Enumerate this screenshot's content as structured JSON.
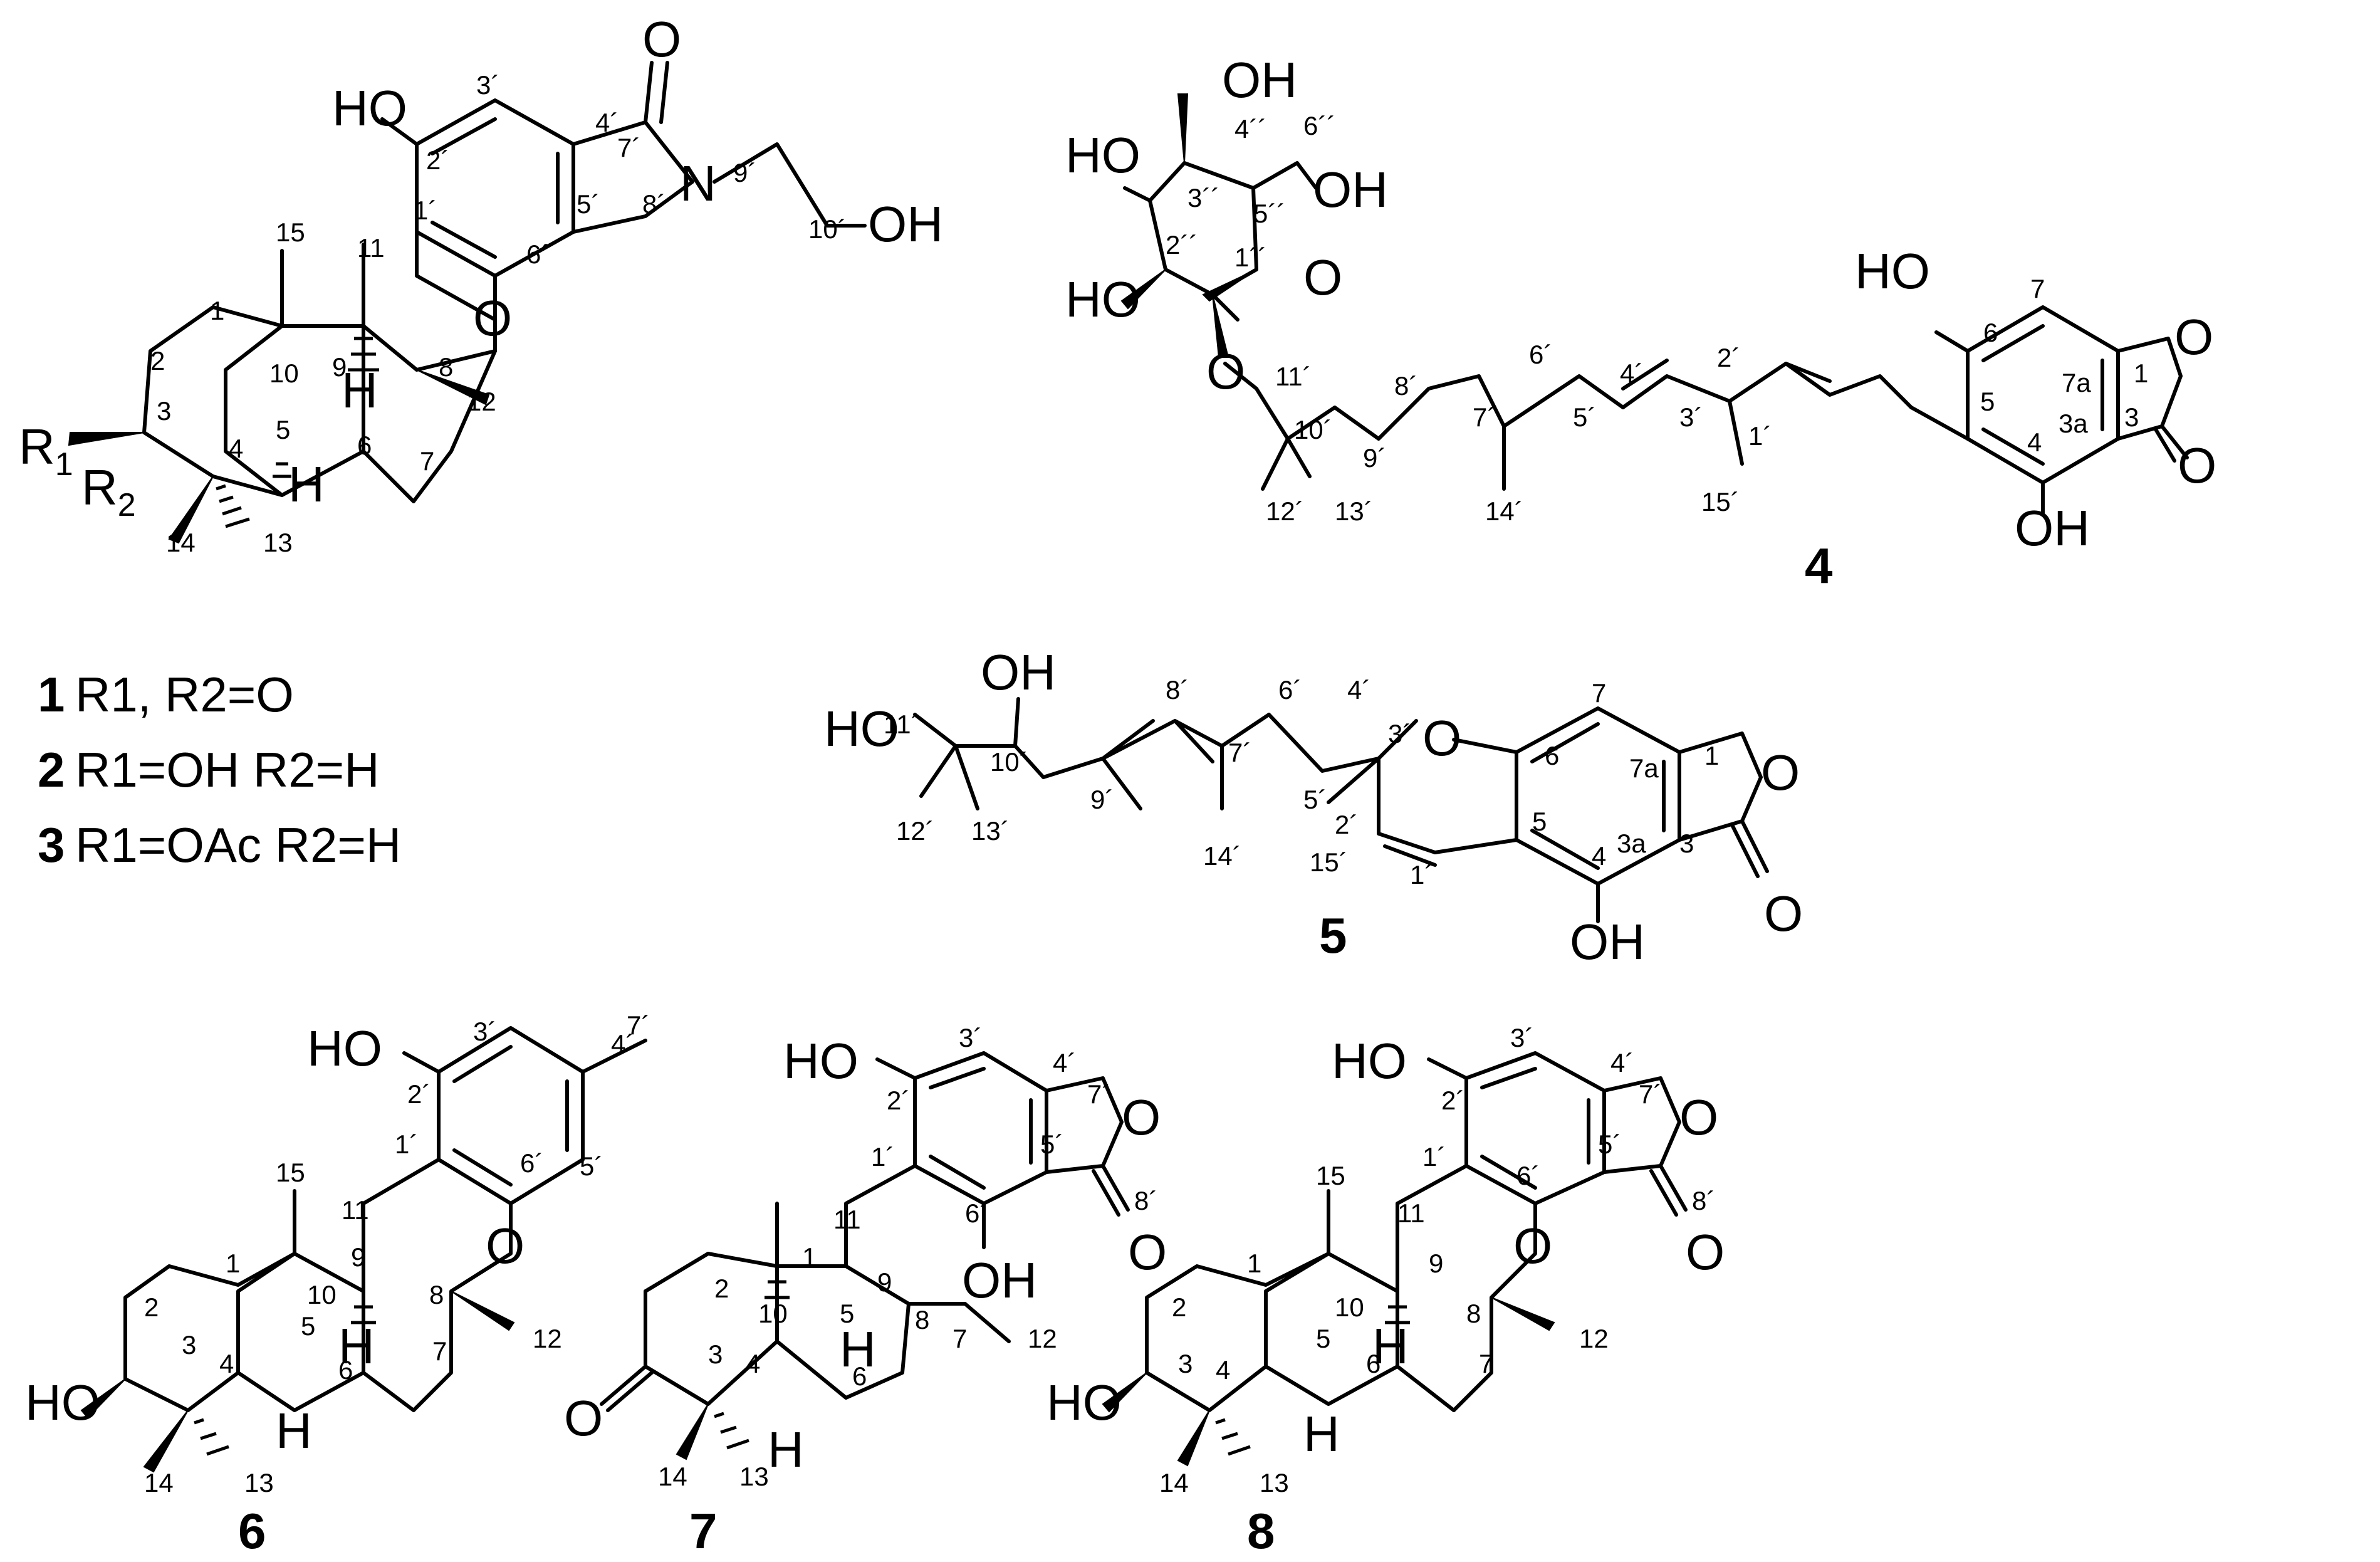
{
  "atom_labels": {
    "c1": {
      "HO": "HO",
      "O_carbonyl": "O",
      "N": "N",
      "OH": "OH",
      "O_ring": "O",
      "H9": "H",
      "H5": "H",
      "R1": "R",
      "R1_sub": "1",
      "R2": "R",
      "R2_sub": "2"
    },
    "c4": {
      "OH4pp": "OH",
      "HO3pp": "HO",
      "OH6pp": "OH",
      "HO2pp": "HO",
      "O_ring": "O",
      "O_gly": "O",
      "HO6": "HO",
      "O1": "O",
      "O3": "O",
      "OH4": "OH"
    },
    "c5": {
      "OH10p": "OH",
      "HO11p": "HO",
      "O_pyran": "O",
      "O1": "O",
      "O3": "O",
      "OH4": "OH"
    },
    "c6": {
      "HO": "HO",
      "O": "O",
      "H9": "H",
      "HO3": "HO",
      "H5": "H"
    },
    "c7": {
      "HO": "HO",
      "O7p": "O",
      "O8p": "O",
      "OH6p": "OH",
      "O3": "O",
      "H9": "H",
      "H5": "H"
    },
    "c8": {
      "HO": "HO",
      "O7p": "O",
      "O8p": "O",
      "O": "O",
      "H9": "H",
      "HO3": "HO",
      "H5": "H"
    }
  },
  "numbering": {
    "c1": [
      "3´",
      "4´",
      "7´",
      "2´",
      "1´",
      "5´",
      "6´",
      "8´",
      "9´",
      "10´",
      "15",
      "11",
      "1",
      "2",
      "9",
      "10",
      "8",
      "3",
      "4",
      "5",
      "6",
      "7",
      "12",
      "14",
      "13"
    ],
    "c4": [
      "4´´",
      "6´´",
      "3´´",
      "5´´",
      "2´´",
      "1´´",
      "11´",
      "10´",
      "9´",
      "8´",
      "7´",
      "6´",
      "5´",
      "4´",
      "3´",
      "2´",
      "1´",
      "12´",
      "13´",
      "14´",
      "15´",
      "6",
      "7",
      "7a",
      "1",
      "5",
      "4",
      "3a",
      "3"
    ],
    "c5": [
      "11´",
      "10´",
      "9´",
      "8´",
      "7´",
      "6´",
      "5´",
      "4´",
      "3´",
      "2´",
      "1´",
      "12´",
      "13´",
      "14´",
      "15´",
      "6",
      "7",
      "7a",
      "1",
      "5",
      "4",
      "3a",
      "3"
    ],
    "c6": [
      "3´",
      "4´",
      "7´",
      "2´",
      "1´",
      "5´",
      "6´",
      "15",
      "11",
      "1",
      "9",
      "2",
      "10",
      "8",
      "3",
      "4",
      "5",
      "6",
      "7",
      "12",
      "14",
      "13"
    ],
    "c7": [
      "3´",
      "4´",
      "2´",
      "7´",
      "1´",
      "5´",
      "8´",
      "6´",
      "11",
      "1",
      "9",
      "2",
      "10",
      "8",
      "3",
      "4",
      "5",
      "6",
      "7",
      "12",
      "14",
      "13"
    ],
    "c8": [
      "3´",
      "4´",
      "2´",
      "7´",
      "1´",
      "5´",
      "8´",
      "6´",
      "15",
      "11",
      "1",
      "9",
      "2",
      "10",
      "8",
      "3",
      "4",
      "5",
      "6",
      "7",
      "12",
      "14",
      "13"
    ]
  },
  "compound_ids": {
    "c1_legend": "1",
    "c2_legend": "2",
    "c3_legend": "3",
    "c4": "4",
    "c5": "5",
    "c6": "6",
    "c7": "7",
    "c8": "8"
  },
  "legend": [
    {
      "id": "1",
      "text": "R1, R2=O"
    },
    {
      "id": "2",
      "text": "R1=OH R2=H"
    },
    {
      "id": "3",
      "text": "R1=OAc R2=H"
    }
  ]
}
